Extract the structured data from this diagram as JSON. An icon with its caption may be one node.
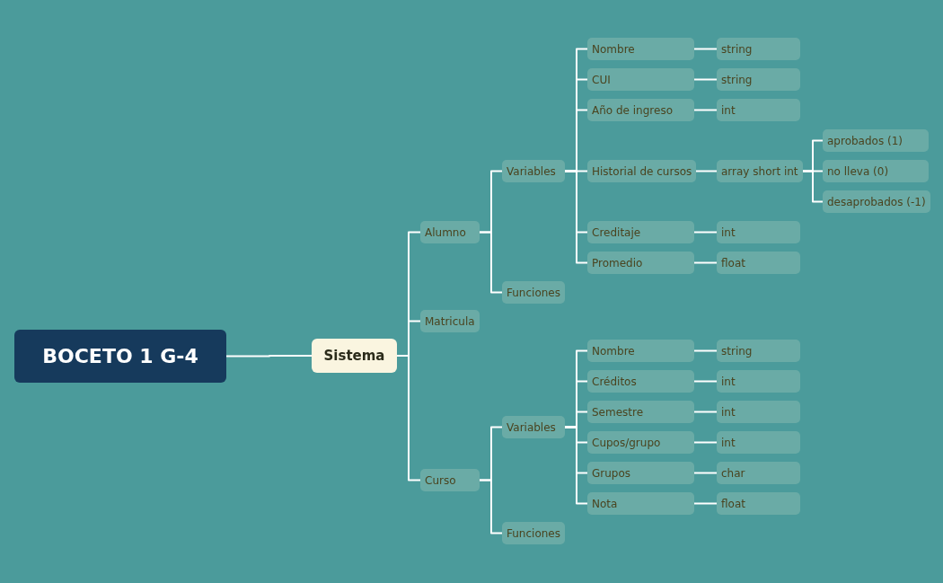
{
  "diagram": {
    "nodes": [
      {
        "text": [
          "BOCETO 1 G-4"
        ]
      },
      {
        "text": [
          "Sistema"
        ]
      },
      {
        "text": [
          "Alumno"
        ]
      },
      {
        "text": [
          "Variables"
        ]
      },
      {
        "text": [
          "Nombre"
        ]
      },
      {
        "text": [
          "string"
        ]
      },
      {
        "text": [
          "CUI"
        ]
      },
      {
        "text": [
          "string"
        ]
      },
      {
        "text": [
          "Año de ingreso"
        ]
      },
      {
        "text": [
          "int"
        ]
      },
      {
        "text": [
          "Historial de cursos"
        ]
      },
      {
        "text": [
          "array short int"
        ]
      },
      {
        "text": [
          "aprobados (1)"
        ]
      },
      {
        "text": [
          "no lleva (0)"
        ]
      },
      {
        "text": [
          "desaprobados (-1)"
        ]
      },
      {
        "text": [
          "Creditaje"
        ]
      },
      {
        "text": [
          "int"
        ]
      },
      {
        "text": [
          "Promedio"
        ]
      },
      {
        "text": [
          "float"
        ]
      },
      {
        "text": [
          "Funciones"
        ]
      },
      {
        "text": [
          "Matricula"
        ]
      },
      {
        "text": [
          "Curso"
        ]
      },
      {
        "text": [
          "Variables"
        ]
      },
      {
        "text": [
          "Nombre"
        ]
      },
      {
        "text": [
          "string"
        ]
      },
      {
        "text": [
          "Créditos"
        ]
      },
      {
        "text": [
          "int"
        ]
      },
      {
        "text": [
          "Semestre"
        ]
      },
      {
        "text": [
          "int"
        ]
      },
      {
        "text": [
          "Cupos/grupo"
        ]
      },
      {
        "text": [
          "int"
        ]
      },
      {
        "text": [
          "Grupos"
        ]
      },
      {
        "text": [
          "char"
        ]
      },
      {
        "text": [
          "Nota"
        ]
      },
      {
        "text": [
          "float"
        ]
      },
      {
        "text": [
          "Funciones"
        ]
      }
    ],
    "edges": [
      {
        "from": 0,
        "to": 1,
        "arrow": "none"
      },
      {
        "from": 1,
        "to": 2,
        "arrow": "none"
      },
      {
        "from": 1,
        "to": 20,
        "arrow": "none"
      },
      {
        "from": 1,
        "to": 21,
        "arrow": "none"
      },
      {
        "from": 2,
        "to": 3,
        "arrow": "none"
      },
      {
        "from": 2,
        "to": 19,
        "arrow": "none"
      },
      {
        "from": 3,
        "to": 4,
        "arrow": "none"
      },
      {
        "from": 3,
        "to": 6,
        "arrow": "none"
      },
      {
        "from": 3,
        "to": 8,
        "arrow": "none"
      },
      {
        "from": 3,
        "to": 10,
        "arrow": "none"
      },
      {
        "from": 3,
        "to": 15,
        "arrow": "none"
      },
      {
        "from": 3,
        "to": 17,
        "arrow": "none"
      },
      {
        "from": 4,
        "to": 5,
        "arrow": "none"
      },
      {
        "from": 6,
        "to": 7,
        "arrow": "none"
      },
      {
        "from": 8,
        "to": 9,
        "arrow": "none"
      },
      {
        "from": 10,
        "to": 11,
        "arrow": "none"
      },
      {
        "from": 11,
        "to": 12,
        "arrow": "none"
      },
      {
        "from": 11,
        "to": 13,
        "arrow": "none"
      },
      {
        "from": 11,
        "to": 14,
        "arrow": "none"
      },
      {
        "from": 15,
        "to": 16,
        "arrow": "none"
      },
      {
        "from": 17,
        "to": 18,
        "arrow": "none"
      },
      {
        "from": 21,
        "to": 22,
        "arrow": "none"
      },
      {
        "from": 21,
        "to": 35,
        "arrow": "none"
      },
      {
        "from": 22,
        "to": 23,
        "arrow": "none"
      },
      {
        "from": 22,
        "to": 25,
        "arrow": "none"
      },
      {
        "from": 22,
        "to": 27,
        "arrow": "none"
      },
      {
        "from": 22,
        "to": 29,
        "arrow": "none"
      },
      {
        "from": 22,
        "to": 31,
        "arrow": "none"
      },
      {
        "from": 22,
        "to": 33,
        "arrow": "none"
      },
      {
        "from": 23,
        "to": 24,
        "arrow": "none"
      },
      {
        "from": 25,
        "to": 26,
        "arrow": "none"
      },
      {
        "from": 27,
        "to": 28,
        "arrow": "none"
      },
      {
        "from": 29,
        "to": 30,
        "arrow": "none"
      },
      {
        "from": 31,
        "to": 32,
        "arrow": "none"
      },
      {
        "from": 33,
        "to": 34,
        "arrow": "none"
      }
    ]
  }
}
